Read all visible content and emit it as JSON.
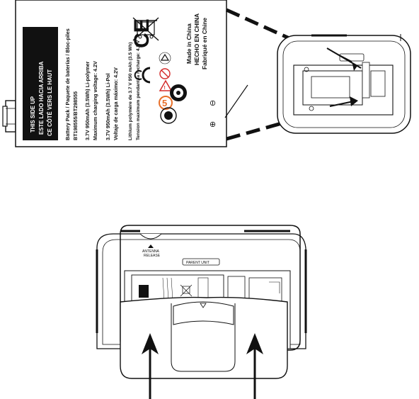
{
  "battery_label": {
    "banner": [
      "THIS SIDE UP",
      "ESTE LADO HACIA ARRIBA",
      "CE CÔTÉ VERS LE HAUT"
    ],
    "model_lines": [
      "Battery Pack / Paquete de baterías / Bloc-piles",
      "BT198555/BT298555"
    ],
    "spec_en": [
      "3.7V 950mAh (3.5Wh) Li-polymer",
      "Maximum charging voltage: 4.2V"
    ],
    "spec_es": [
      "3.7V 950mAh (3.5Wh) Li-Pol",
      "Voltaje de carga máximo: 4.2V"
    ],
    "spec_fr": [
      "Lithium polymère de 3.7 V 950 mAh (3.5 Wh)",
      "Tension maximum pendant la recharge: 4.2 V"
    ],
    "origin": [
      "Made in China",
      "HECHO EN CHINA",
      "Fabriqué en Chine"
    ],
    "ce_mark": "CE",
    "recycle_number": "5",
    "minus_symbol": "⊖",
    "plus_symbol": "⊕"
  },
  "parent_unit": {
    "antenna_label": [
      "ANTENNA",
      "RELEASE"
    ],
    "unit_label": "PARENT UNIT"
  },
  "colors": {
    "ink": "#111111",
    "paper": "#ffffff",
    "recycle_orange": "#e8702a",
    "warning_red": "#d42a2a"
  }
}
